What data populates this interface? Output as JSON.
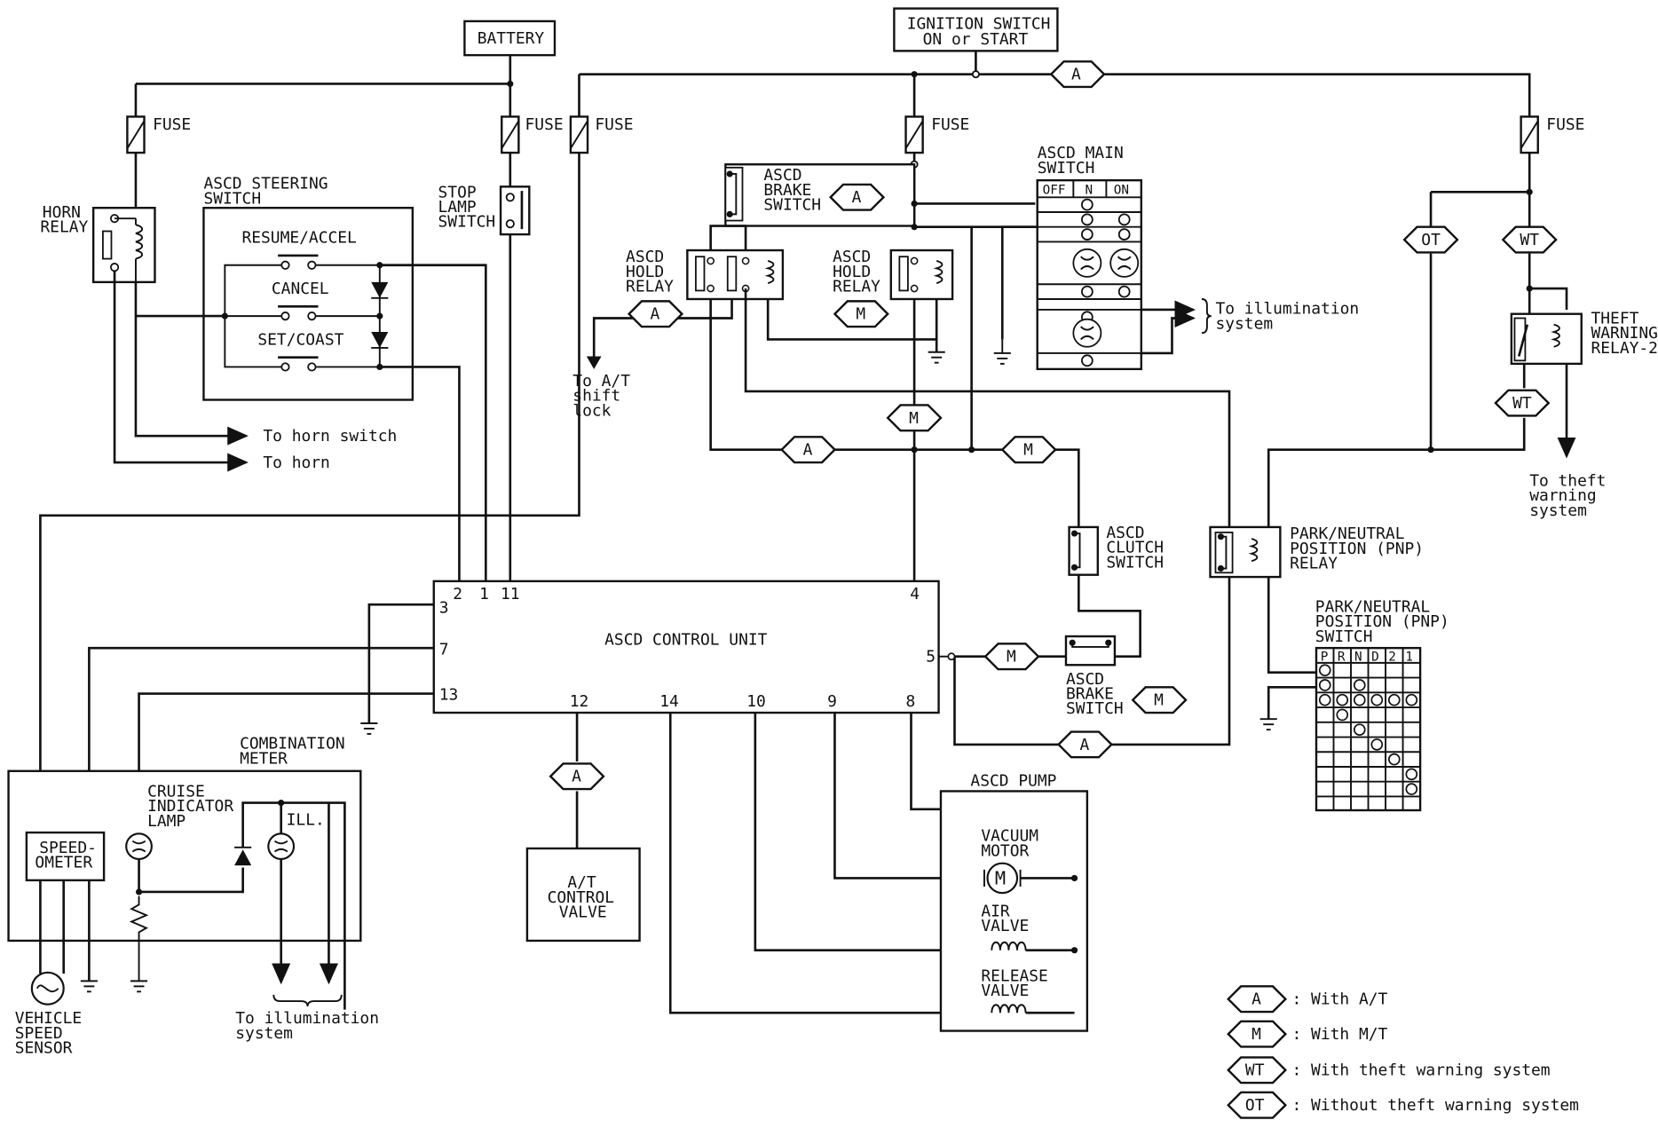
{
  "labels": {
    "battery": "BATTERY",
    "ign1": "IGNITION SWITCH",
    "ign2": "ON or START",
    "fuse": "FUSE",
    "horn_relay_1": "HORN",
    "horn_relay_2": "RELAY",
    "steer_1": "ASCD STEERING",
    "steer_2": "SWITCH",
    "resume": "RESUME/ACCEL",
    "cancel": "CANCEL",
    "setcoast": "SET/COAST",
    "stop_1": "STOP",
    "stop_2": "LAMP",
    "stop_3": "SWITCH",
    "brake_1": "ASCD",
    "brake_2": "BRAKE",
    "brake_3": "SWITCH",
    "hold_1": "ASCD",
    "hold_2": "HOLD",
    "hold_3": "RELAY",
    "main_1": "ASCD MAIN",
    "main_2": "SWITCH",
    "main_off": "OFF",
    "main_n": "N",
    "main_on": "ON",
    "illum_1": "To illumination",
    "illum_2": "system",
    "shift_1": "To A/T",
    "shift_2": "shift",
    "shift_3": "lock",
    "horn_sw": "To horn switch",
    "horn": "To horn",
    "clutch_1": "ASCD",
    "clutch_2": "CLUTCH",
    "clutch_3": "SWITCH",
    "ctrl_unit": "ASCD CONTROL UNIT",
    "theft_r_1": "THEFT",
    "theft_r_2": "WARNING",
    "theft_r_3": "RELAY-2",
    "theft_sys_1": "To theft",
    "theft_sys_2": "warning",
    "theft_sys_3": "system",
    "pnp_r_1": "PARK/NEUTRAL",
    "pnp_r_2": "POSITION (PNP)",
    "pnp_r_3": "RELAY",
    "pnp_s_1": "PARK/NEUTRAL",
    "pnp_s_2": "POSITION (PNP)",
    "pnp_s_3": "SWITCH",
    "pnp_cols": [
      "P",
      "R",
      "N",
      "D",
      "2",
      "1"
    ],
    "comb_1": "COMBINATION",
    "comb_2": "METER",
    "cruise_1": "CRUISE",
    "cruise_2": "INDICATOR",
    "cruise_3": "LAMP",
    "ill": "ILL.",
    "speedo_1": "SPEED-",
    "speedo_2": "OMETER",
    "vss_1": "VEHICLE",
    "vss_2": "SPEED",
    "vss_3": "SENSOR",
    "atcv_1": "A/T",
    "atcv_2": "CONTROL",
    "atcv_3": "VALVE",
    "pump": "ASCD PUMP",
    "vac_1": "VACUUM",
    "vac_2": "MOTOR",
    "air_1": "AIR",
    "air_2": "VALVE",
    "rel_1": "RELEASE",
    "rel_2": "VALVE",
    "motor": "M"
  },
  "pins": {
    "p2": "2",
    "p1": "1",
    "p11": "11",
    "p4": "4",
    "p3": "3",
    "p7": "7",
    "p13": "13",
    "p5": "5",
    "p12": "12",
    "p14": "14",
    "p10": "10",
    "p9": "9",
    "p8": "8"
  },
  "tags": {
    "A": "A",
    "M": "M",
    "WT": "WT",
    "OT": "OT"
  },
  "legend": [
    {
      "tag": "A",
      "text": ": With A/T"
    },
    {
      "tag": "M",
      "text": ": With M/T"
    },
    {
      "tag": "WT",
      "text": ": With theft warning system"
    },
    {
      "tag": "OT",
      "text": ": Without theft warning system"
    }
  ]
}
